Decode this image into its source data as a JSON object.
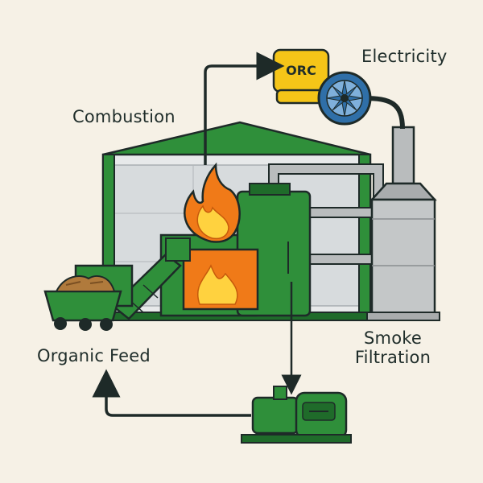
{
  "labels": {
    "combustion": "Combustion",
    "electricity": "Electricity",
    "organic_feed": "Organic Feed",
    "smoke_line1": "Smoke",
    "smoke_line2": "Filtration",
    "orc": "ORC"
  },
  "icons": [
    "flame-icon",
    "turbine-icon",
    "pump-icon",
    "feed-cart-icon",
    "filter-stack-icon"
  ],
  "colors": {
    "background": "#f6f1e6",
    "green": "#2f8f3a",
    "dark_green": "#1f6b2a",
    "outline": "#1e2a28",
    "flame_orange": "#f07a18",
    "flame_yellow": "#ffd23f",
    "orc_yellow": "#f5c518",
    "turbine_blue": "#2f6fa8",
    "stack_gray": "#b9bcbd"
  }
}
